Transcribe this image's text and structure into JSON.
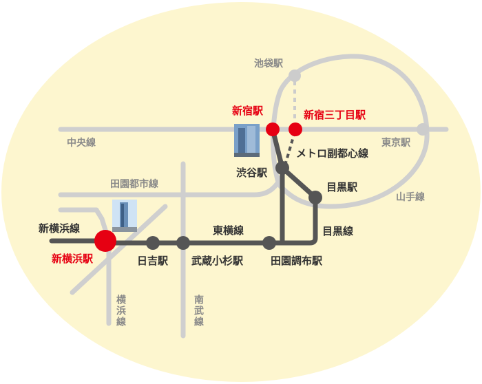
{
  "colors": {
    "background_oval": "#fdf6cf",
    "gray_line": "#cfcfcf",
    "dark_line": "#555555",
    "red_station": "#e60012",
    "gray_station": "#cccccc",
    "dark_station": "#555555"
  },
  "stations": {
    "ikebukuro": "池袋駅",
    "shinjuku": "新宿駅",
    "shinjuku_sanchome": "新宿三丁目駅",
    "tokyo": "東京駅",
    "shibuya": "渋谷駅",
    "meguro": "目黒駅",
    "shin_yokohama": "新横浜駅",
    "hiyoshi": "日吉駅",
    "musashi_kosugi": "武蔵小杉駅",
    "denenchofu": "田園調布駅"
  },
  "lines": {
    "chuo": "中央線",
    "metro_fukutoshin": "メトロ副都心線",
    "denentoshi": "田園都市線",
    "yamanote": "山手線",
    "shin_yokohama_line": "新横浜線",
    "toyoko": "東横線",
    "meguro_line": "目黒線",
    "yokohama_line": "横浜線",
    "nambu": "南武線"
  },
  "icons": {
    "shinjuku_building": "skyscraper-photo-icon",
    "shin_yokohama_building": "tower-photo-icon"
  }
}
